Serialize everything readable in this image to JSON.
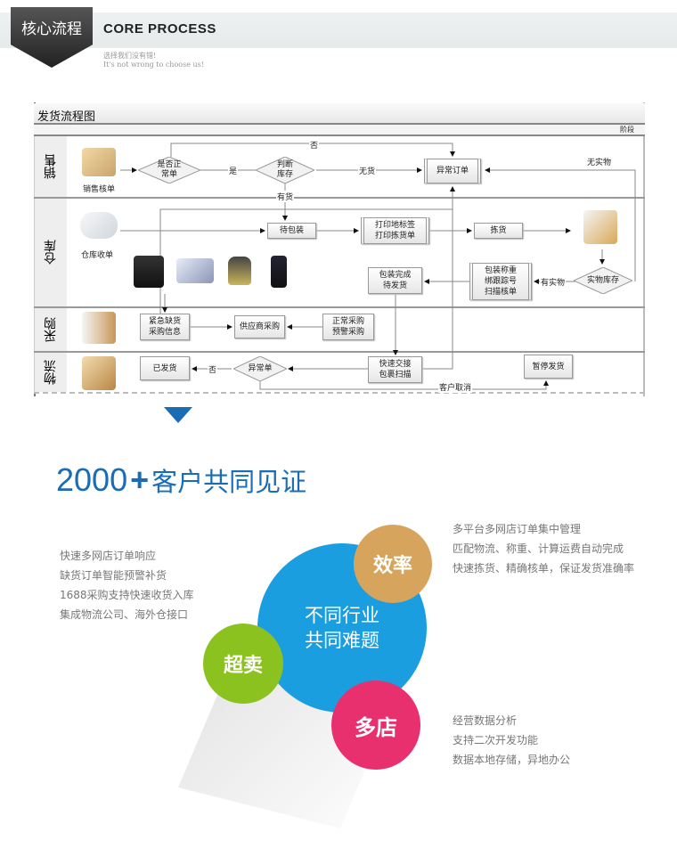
{
  "header": {
    "badge": "核心流程",
    "title": "CORE PROCESS",
    "subtitle_cn": "选择我们没有错!",
    "subtitle_en": "It's not wrong to choose us!"
  },
  "flowchart": {
    "title": "发货流程图",
    "stage_label": "阶段",
    "lanes": [
      "销售",
      "仓库",
      "采购",
      "物流"
    ],
    "sales": {
      "actor": "销售核单",
      "is_normal": "是否正常单",
      "yes": "是",
      "judge_stock": "判断库存",
      "no_stock": "无货",
      "abnormal_order": "异常订单",
      "no": "否",
      "no_physical": "无实物",
      "in_stock": "有货"
    },
    "warehouse": {
      "actor": "仓库收单",
      "to_pack": "待包装",
      "print": "打印地标签\n打印拣货单",
      "pick": "拣货",
      "physical_stock": "实物库存",
      "has_physical": "有实物",
      "weigh": "包装称重\n绑跟踪号\n扫描核单",
      "packed": "包装完成\n待发货"
    },
    "purchase": {
      "urgent": "紧急缺货\n采购信息",
      "supplier": "供应商采购",
      "normal": "正常采购\n预警采购"
    },
    "logistics": {
      "shipped": "已发货",
      "no": "否",
      "abnormal": "异常单",
      "handover": "快速交接\n包裹扫描",
      "pause": "暂停发货",
      "cancel": "客户取消"
    }
  },
  "testimonial": {
    "count": "2000",
    "plus": "+",
    "title": "客户共同见证"
  },
  "circles": {
    "center": "不同行业\n共同难题",
    "efficiency": "效率",
    "oversell": "超卖",
    "multistore": "多店"
  },
  "left_features": [
    "快速多网店订单响应",
    "缺货订单智能预警补货",
    "1688采购支持快速收货入库",
    "集成物流公司、海外仓接口"
  ],
  "right_top_features": [
    "多平台多网店订单集中管理",
    "匹配物流、称重、计算运费自动完成",
    "快速拣货、精确核单，保证发货准确率"
  ],
  "right_bottom_features": [
    "经营数据分析",
    "支持二次开发功能",
    "数据本地存储，异地办公"
  ],
  "colors": {
    "blue": "#1a9ee0",
    "tan": "#d6a45c",
    "green": "#8cc21f",
    "pink": "#e8306e",
    "title_blue": "#1a6db5"
  }
}
